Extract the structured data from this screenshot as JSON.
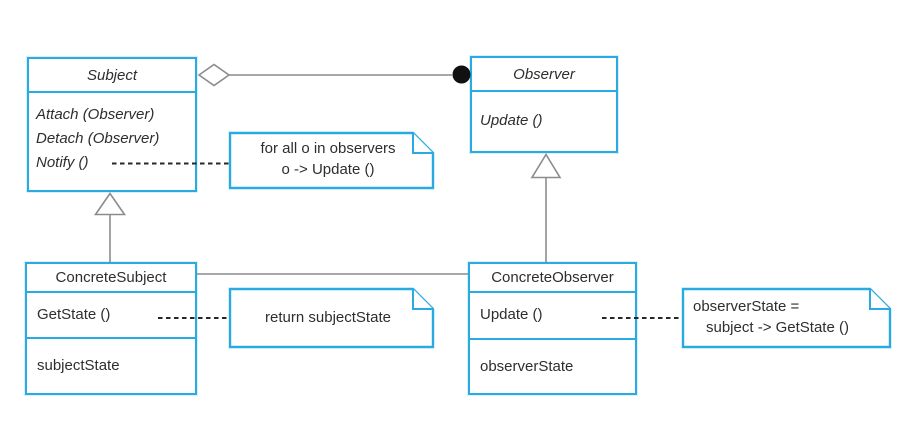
{
  "classes": {
    "subject": {
      "title": "Subject",
      "methods": [
        "Attach (Observer)",
        "Detach (Observer)",
        "Notify ()"
      ]
    },
    "observer": {
      "title": "Observer",
      "methods": [
        "Update ()"
      ]
    },
    "concreteSubject": {
      "title": "ConcreteSubject",
      "methods": [
        "GetState ()"
      ],
      "attributes": [
        "subjectState"
      ]
    },
    "concreteObserver": {
      "title": "ConcreteObserver",
      "methods": [
        "Update ()"
      ],
      "attributes": [
        "observerState"
      ]
    }
  },
  "notes": {
    "notify": {
      "line1": "for all o in observers",
      "line2": "o -> Update ()"
    },
    "getState": {
      "line1": "return subjectState"
    },
    "update": {
      "line1": "observerState =",
      "line2": "subject -> GetState ()"
    }
  },
  "colors": {
    "box_border": "#29abe2",
    "connector": "#8c8c8c",
    "dashed": "#262626",
    "text": "#2e2e2e",
    "node_end": "#111111"
  }
}
